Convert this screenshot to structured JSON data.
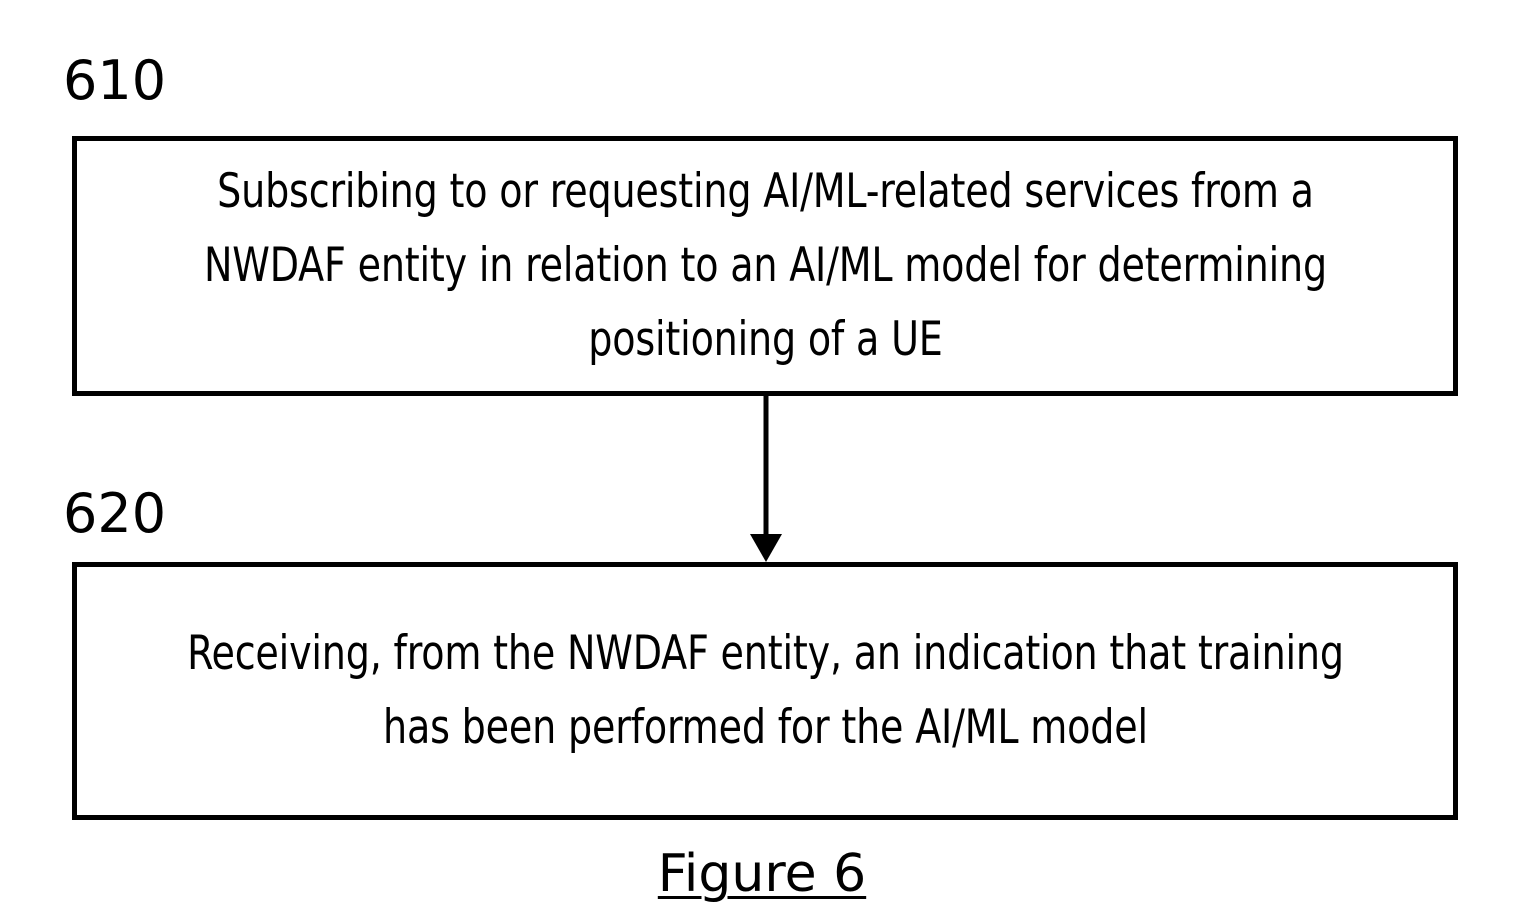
{
  "figure": {
    "caption": "Figure 6",
    "background_color": "#ffffff",
    "line_color": "#000000"
  },
  "steps": [
    {
      "ref": "610",
      "text": "Subscribing to or requesting AI/ML-related services from a NWDAF entity in relation to an AI/ML model for determining positioning of a UE",
      "lines": [
        "Subscribing to or requesting AI/ML-related services",
        "from a NWDAF entity in relation to an AI/ML",
        "model for determining positioning of a UE"
      ]
    },
    {
      "ref": "620",
      "text": "Receiving, from the NWDAF entity, an indication that training has been performed for the AI/ML model",
      "lines": [
        "Receiving, from the NWDAF entity, an indication",
        "that training has been performed for the AI/ML",
        "model"
      ]
    }
  ],
  "connectors": [
    {
      "name": "arrow-610-to-620",
      "from": "610",
      "to": "620",
      "direction": "down"
    }
  ]
}
